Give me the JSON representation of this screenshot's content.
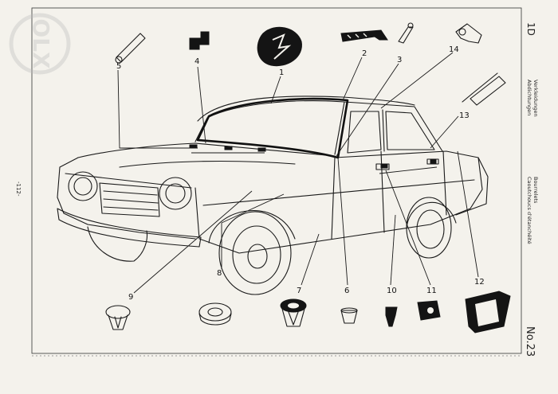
{
  "header": {
    "section": "1D"
  },
  "page_number": "-112-",
  "side_text": {
    "german": [
      "Abdichtungen",
      "Verkleidungen"
    ],
    "french": [
      "Caoutchoucs d'étanchéité",
      "Bourrelets"
    ]
  },
  "footer": {
    "plate": "No.23"
  },
  "callouts": [
    "1",
    "2",
    "3",
    "4",
    "5",
    "6",
    "7",
    "8",
    "9",
    "10",
    "11",
    "12",
    "13",
    "14"
  ],
  "watermark": "OLX"
}
